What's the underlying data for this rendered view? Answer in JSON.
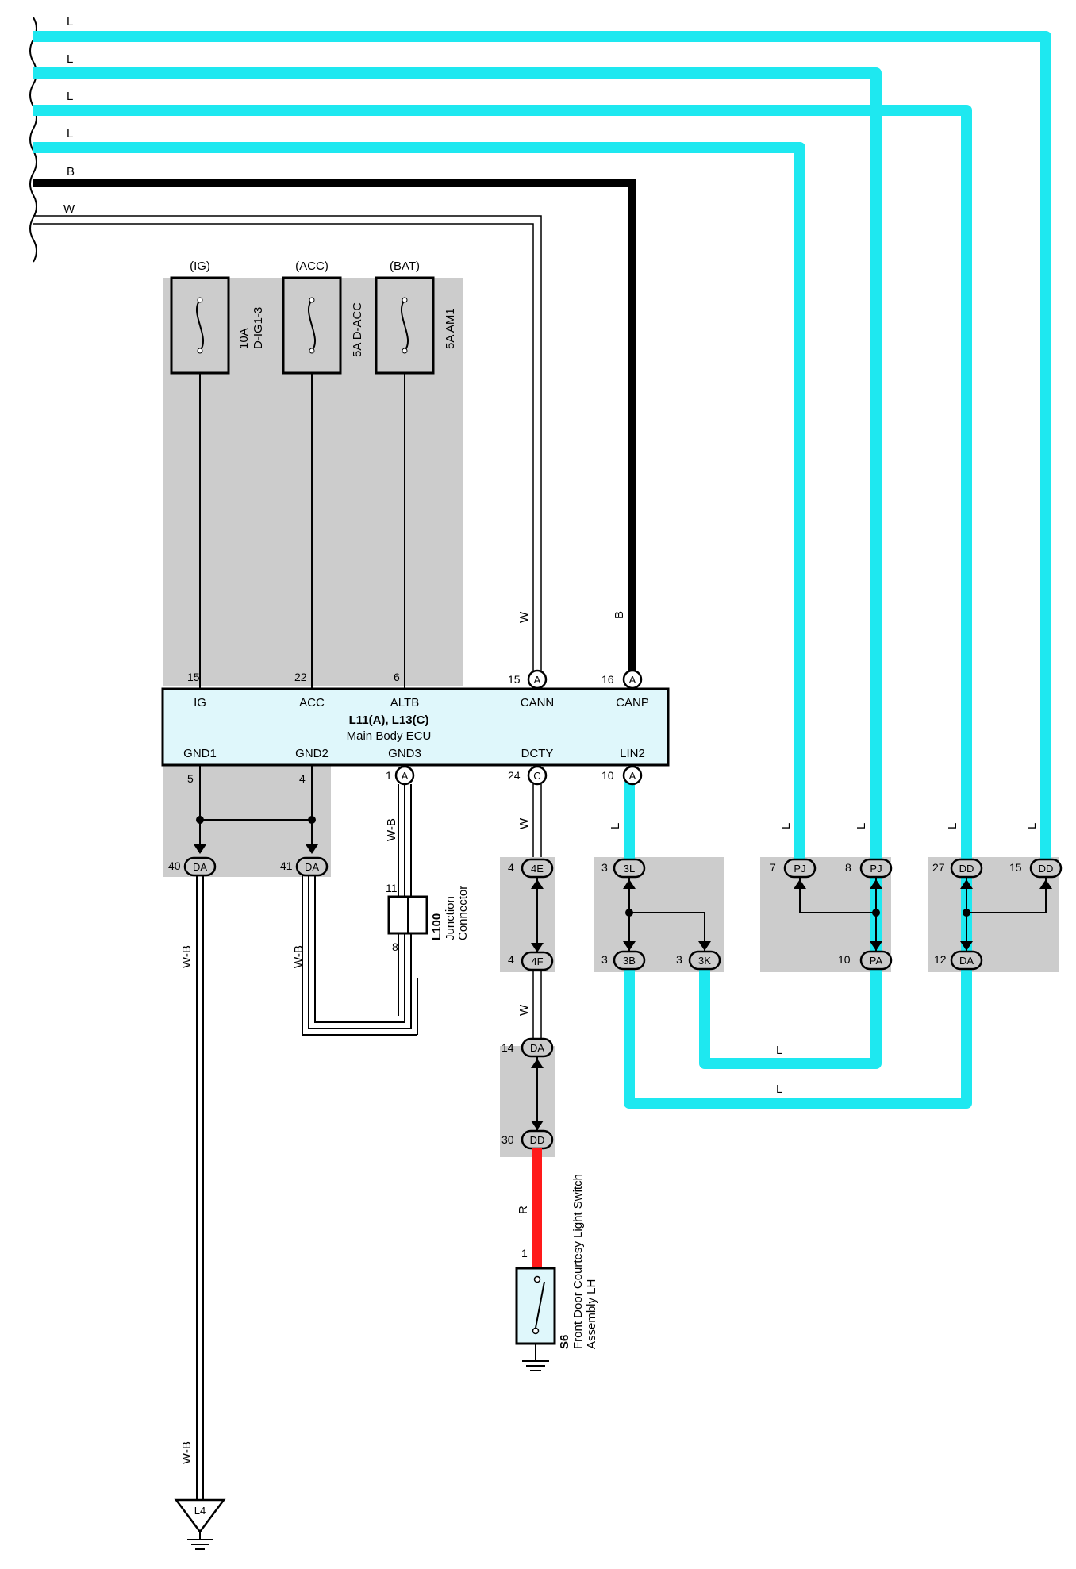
{
  "colors": {
    "blue": "#1ee8f0",
    "black": "#000000",
    "red": "#ff1a1a",
    "gray": "#cccccc",
    "ecu_fill": "#dff7fb"
  },
  "wire_colors": {
    "top1": "L",
    "top2": "L",
    "top3": "L",
    "top4": "L",
    "top5": "B",
    "top6": "W",
    "canp": "B",
    "cann": "W",
    "gnd3": "W-B",
    "gnd1": "W-B",
    "gnd2": "W-B",
    "gnd_bottom": "W-B",
    "dcty": "W",
    "dcty2": "W",
    "red": "R",
    "lin2": "L",
    "pj7": "L",
    "pj8": "L",
    "dd27": "L",
    "dd15": "L",
    "loop1": "L",
    "loop2": "L"
  },
  "fuses": {
    "ig": {
      "top": "(IG)",
      "rating": "10A",
      "name": "D-IG1-3"
    },
    "acc": {
      "top": "(ACC)",
      "rating": "5A",
      "name": "D-ACC"
    },
    "bat": {
      "top": "(BAT)",
      "rating": "5A",
      "name": "AM1"
    }
  },
  "ecu": {
    "title": "L11(A), L13(C)",
    "subtitle": "Main Body ECU",
    "terminals": {
      "ig": "IG",
      "acc": "ACC",
      "altb": "ALTB",
      "cann": "CANN",
      "canp": "CANP",
      "gnd1": "GND1",
      "gnd2": "GND2",
      "gnd3": "GND3",
      "dcty": "DCTY",
      "lin2": "LIN2"
    },
    "pins": {
      "ig": "15",
      "acc": "22",
      "altb": "6",
      "cann": "15",
      "canp": "16",
      "gnd1": "5",
      "gnd2": "4",
      "gnd3": "1",
      "dcty": "24",
      "lin2": "10"
    },
    "conn": {
      "cann": "A",
      "canp": "A",
      "gnd3": "A",
      "dcty": "C",
      "lin2": "A"
    }
  },
  "joints": {
    "da40": {
      "pin": "40",
      "code": "DA"
    },
    "da41": {
      "pin": "41",
      "code": "DA"
    },
    "e4": {
      "pin": "4",
      "code": "4E"
    },
    "f4": {
      "pin": "4",
      "code": "4F"
    },
    "da14": {
      "pin": "14",
      "code": "DA"
    },
    "dd30": {
      "pin": "30",
      "code": "DD"
    },
    "l3": {
      "pin": "3",
      "code": "3L"
    },
    "b3": {
      "pin": "3",
      "code": "3B"
    },
    "k3": {
      "pin": "3",
      "code": "3K"
    },
    "pj7": {
      "pin": "7",
      "code": "PJ"
    },
    "pj8": {
      "pin": "8",
      "code": "PJ"
    },
    "pa10": {
      "pin": "10",
      "code": "PA"
    },
    "dd27": {
      "pin": "27",
      "code": "DD"
    },
    "dd15": {
      "pin": "15",
      "code": "DD"
    },
    "da12": {
      "pin": "12",
      "code": "DA"
    }
  },
  "junction": {
    "code": "L100",
    "line1": "Junction",
    "line2": "Connector",
    "pin_top": "11",
    "pin_bottom": "8"
  },
  "switch": {
    "code": "S6",
    "line1": "Front Door Courtesy Light Switch",
    "line2": "Assembly LH",
    "pin": "1"
  },
  "ground": {
    "code": "L4"
  }
}
